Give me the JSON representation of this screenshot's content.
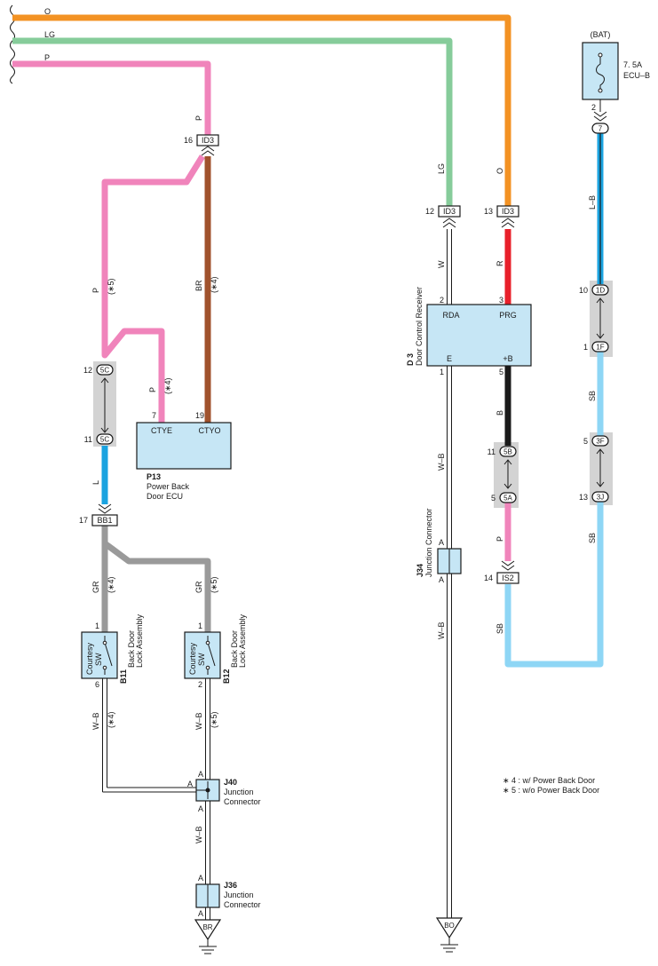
{
  "colors": {
    "O": "#f39223",
    "LG": "#86cc9a",
    "P": "#f084bb",
    "BR": "#a0522d",
    "R": "#e8202a",
    "B": "#1a1a1a",
    "L": "#1aa3e0",
    "SB": "#8ed6f5",
    "GR": "#9a9a9a",
    "W": "#ffffff",
    "outline": "#1a1a1a"
  },
  "wires": {
    "o": "O",
    "lg": "LG",
    "p": "P",
    "br": "BR",
    "r": "R",
    "b": "B",
    "l": "L",
    "sb": "SB",
    "gr": "GR",
    "w": "W",
    "wb": "W–B",
    "lb": "L–B"
  },
  "connectors": {
    "id3": "ID3",
    "c5c": "5C",
    "bb1": "BB1",
    "c5b": "5B",
    "c5a": "5A",
    "is2": "IS2",
    "c1d": "1D",
    "c1f": "1F",
    "c3f": "3F",
    "c3j": "3J",
    "c7": "7"
  },
  "pins": {
    "p1": "1",
    "p2": "2",
    "p3": "3",
    "p5": "5",
    "p6": "6",
    "p7": "7",
    "p10": "10",
    "p11": "11",
    "p12": "12",
    "p13": "13",
    "p14": "14",
    "p16": "16",
    "p17": "17",
    "p19": "19",
    "pA": "A"
  },
  "notes": {
    "n4": "(∗4)",
    "n5": "(∗5)"
  },
  "components": {
    "p13": {
      "code": "P13",
      "name1": "Power Back",
      "name2": "Door ECU",
      "t1": "CTYE",
      "t2": "CTYO"
    },
    "d3": {
      "code": "D 3",
      "name": "Door Control Receiver",
      "t1": "RDA",
      "t2": "PRG",
      "t3": "E",
      "t4": "+B"
    },
    "b11": {
      "code": "B11",
      "name1": "Back Door",
      "name2": "Lock Assembly",
      "sw1": "Courtesy",
      "sw2": "SW"
    },
    "b12": {
      "code": "B12",
      "name1": "Back Door",
      "name2": "Lock Assembly",
      "sw1": "Courtesy",
      "sw2": "SW"
    },
    "j40": {
      "code": "J40",
      "name1": "Junction",
      "name2": "Connector"
    },
    "j36": {
      "code": "J36",
      "name1": "Junction",
      "name2": "Connector"
    },
    "j34": {
      "code": "J34",
      "name": "Junction Connector"
    },
    "fuse": {
      "bat": "(BAT)",
      "rating": "7. 5A",
      "name": "ECU–B"
    }
  },
  "grounds": {
    "br": "BR",
    "bo": "BO"
  },
  "legend": [
    "∗ 4 : w/ Power Back Door",
    "∗ 5 : w/o Power Back Door"
  ]
}
